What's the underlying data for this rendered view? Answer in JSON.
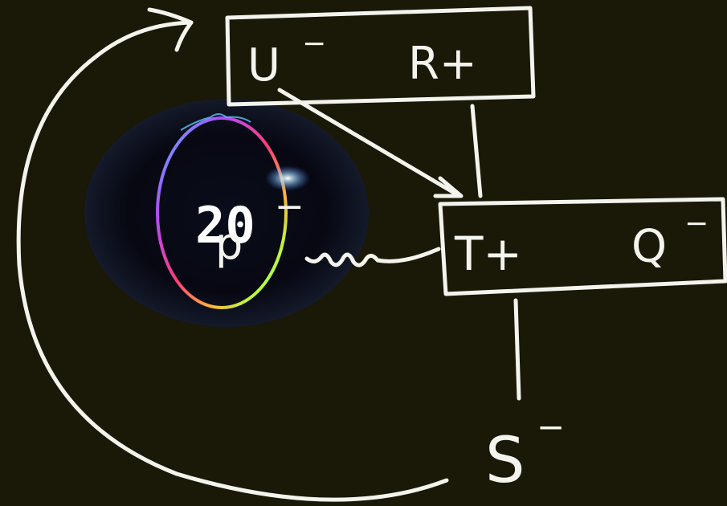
{
  "diagram": {
    "box_top": {
      "left_label": "U",
      "left_sign": "−",
      "right_label": "R+"
    },
    "box_bottom": {
      "left_label": "T+",
      "right_label": "Q",
      "right_sign": "−"
    },
    "bottom_node": {
      "label": "S",
      "sign": "−"
    },
    "badge": {
      "number": "20",
      "letter": "p",
      "sign": "−"
    }
  },
  "colors": {
    "background": "#1a1806",
    "ink": "#f4f4ee",
    "badge_dark": "#05060c"
  }
}
